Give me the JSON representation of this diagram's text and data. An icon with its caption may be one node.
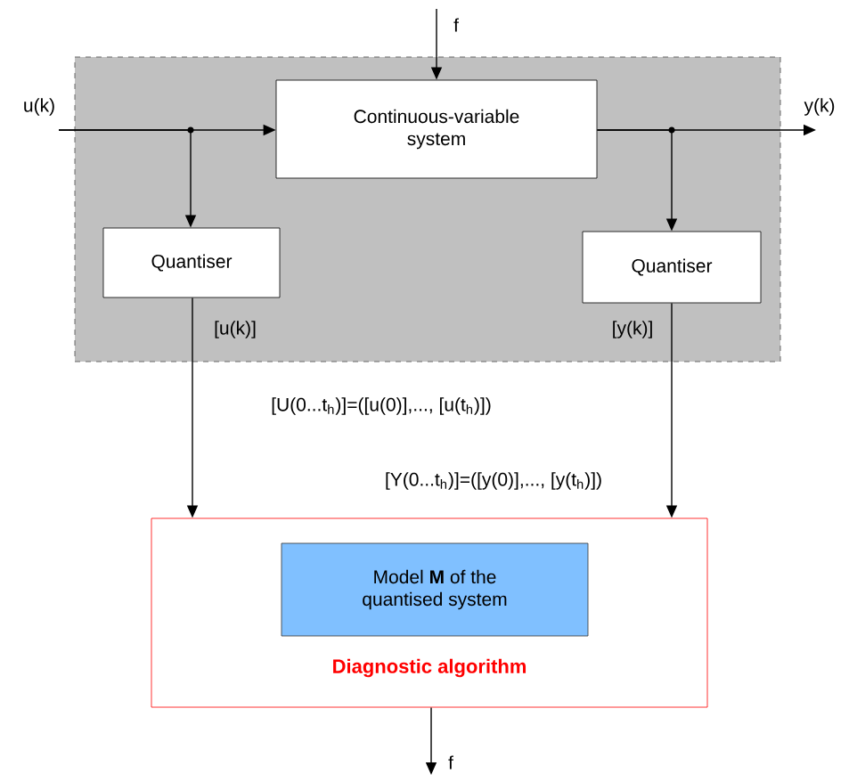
{
  "diagram": {
    "nodes": [
      {
        "text": [],
        "shape": "box"
      },
      {
        "text": [
          "Continuous-variable system"
        ],
        "in": 0
      },
      {
        "text": [
          "Quantiser"
        ],
        "in": 0
      },
      {
        "text": [
          "Quantiser"
        ],
        "in": 0
      },
      {
        "text": [
          "Diagnostic algorithm"
        ]
      },
      {
        "text": [
          "Model **M** of the quantised system"
        ],
        "in": 4
      }
    ],
    "edges": [
      {
        "from": null,
        "to": 1,
        "arrow": "to",
        "label": "u(k)"
      },
      {
        "from": null,
        "to": 2,
        "arrow": "to"
      },
      {
        "from": null,
        "to": 1,
        "arrow": "to",
        "label": "f"
      },
      {
        "from": 1,
        "to": null,
        "arrow": "to",
        "label": "y(k)"
      },
      {
        "from": 1,
        "to": 3,
        "arrow": "to"
      },
      {
        "from": 2,
        "to": 4,
        "arrow": "to",
        "label": "[u(k)]"
      },
      {
        "from": 3,
        "to": 4,
        "arrow": "to",
        "label": "[y(k)]"
      },
      {
        "from": 4,
        "to": null,
        "arrow": "to",
        "label": "f"
      }
    ],
    "labels": [
      "[U(0...t$_{h}$)]=([u(0)],..., [u(t$_{h}$)])",
      "[Y(0...t$_{h}$)]=([y(0)],..., [y(t$_{h}$)])"
    ]
  }
}
